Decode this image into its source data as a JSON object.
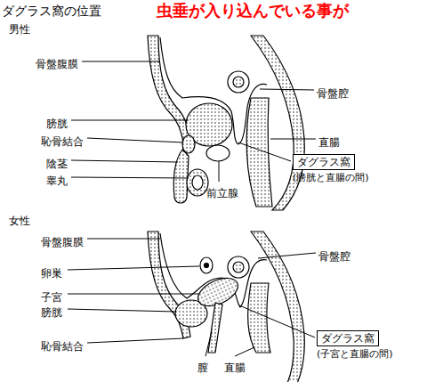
{
  "diagram": {
    "title": "ダグラス窩の位置",
    "nodes": [
      {
        "text": [
          "ダグラス窩",
          "(膀胱と直腸の間)"
        ]
      },
      {
        "text": [
          "ダグラス窩",
          "(子宮と直腸の間)"
        ]
      }
    ],
    "labels": [
      "虫垂が入り込んでいる事が",
      "男性",
      "骨盤腹膜",
      "骨盤腔",
      "膀胱",
      "恥骨結合",
      "陰茎",
      "睾丸",
      "直腸",
      "前立腺",
      "女性",
      "骨盤腹膜",
      "骨盤腔",
      "卵巣",
      "子宮",
      "膀胱",
      "恥骨結合",
      "膣",
      "直腸"
    ]
  }
}
